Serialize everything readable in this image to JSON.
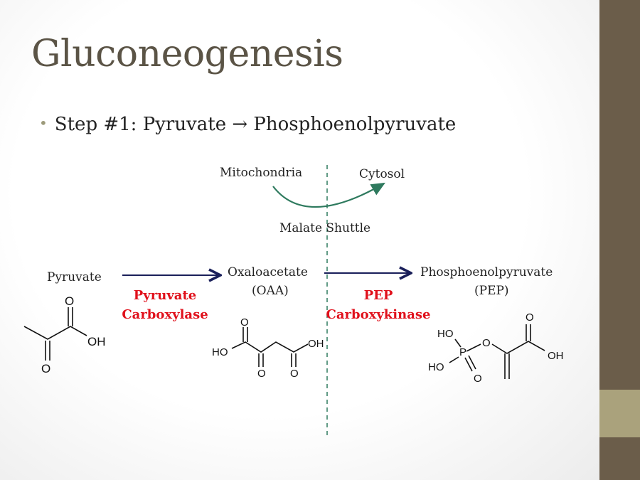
{
  "title": "Gluconeogenesis",
  "bullet": {
    "marker": "•",
    "text": "Step #1: Pyruvate → Phosphoenolpyruvate"
  },
  "shuttle": {
    "from": "Mitochondria",
    "to": "Cytosol",
    "label": "Malate Shuttle"
  },
  "compounds": [
    {
      "name": "Pyruvate",
      "abbr": ""
    },
    {
      "name": "Oxaloacetate",
      "abbr": "(OAA)"
    },
    {
      "name": "Phosphoenolpyruvate",
      "abbr": "(PEP)"
    }
  ],
  "enzymes": [
    {
      "line1": "Pyruvate",
      "line2": "Carboxylase"
    },
    {
      "line1": "PEP",
      "line2": "Carboxykinase"
    }
  ],
  "atoms": {
    "O": "O",
    "OH": "OH",
    "HO": "HO",
    "P": "P"
  },
  "colors": {
    "title": "#5b5446",
    "enzyme": "#e0101b",
    "arrow": "#1a1f5a",
    "shuttle": "#2e7a5e",
    "band": "#6b5d4a",
    "accent": "#aaa27c"
  }
}
